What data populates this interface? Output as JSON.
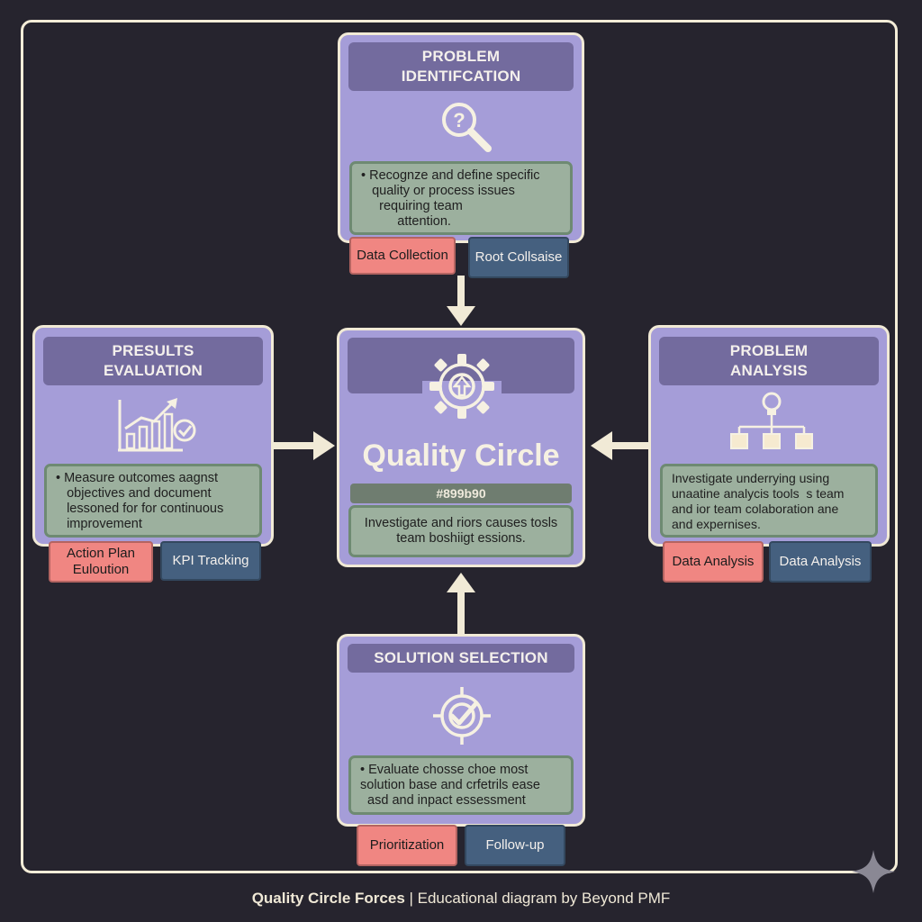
{
  "center": {
    "title": "Quality Circle",
    "code": "#899b90",
    "description": "Investigate and riors causes tosls team boshiigt essions.",
    "icon": "gear-arrow-icon"
  },
  "top": {
    "title_line1": "PROBLEM",
    "title_line2": "IDENTIFCATION",
    "icon": "magnifier-question-icon",
    "body": "• Recognze and define specific\n   quality or process issues\n     requiring team\n          attention.",
    "tag_left": "Data Collection",
    "tag_right": "Root Collsaise"
  },
  "left": {
    "title_line1": "PRESULTS",
    "title_line2": "EVALUATION",
    "icon": "chart-check-icon",
    "body": "• Measure outcomes aagnst\n   objectives and document\n   lessoned for for continuous\n   improvement",
    "tag_left_line1": "Action Plan",
    "tag_left_line2": "Euloution",
    "tag_right": "KPI Tracking"
  },
  "right": {
    "title_line1": "PROBLEM",
    "title_line2": "ANALYSIS",
    "icon": "lightbulb-network-icon",
    "body": "Investigate underrying using\nunaatine analycis tools  s team\nand ior team colaboration ane\nand expernises.",
    "tag_left": "Data Analysis",
    "tag_right": "Data Analysis"
  },
  "bottom": {
    "title": "SOLUTION SELECTION",
    "icon": "target-check-icon",
    "body": "• Evaluate chosse choe most\nsolution base and crfetrils ease\n  asd and inpact essessment",
    "tag_left": "Prioritization",
    "tag_right": "Follow-up"
  },
  "caption": {
    "bold": "Quality Circle Forces",
    "rest": " | Educational diagram by Beyond PMF"
  },
  "colors": {
    "background": "#26242e",
    "card": "#a59dd8",
    "header": "#736b9e",
    "body": "#9cb09e",
    "tag_red": "#f08682",
    "tag_blue": "#45607f",
    "line": "#f1ead6"
  }
}
